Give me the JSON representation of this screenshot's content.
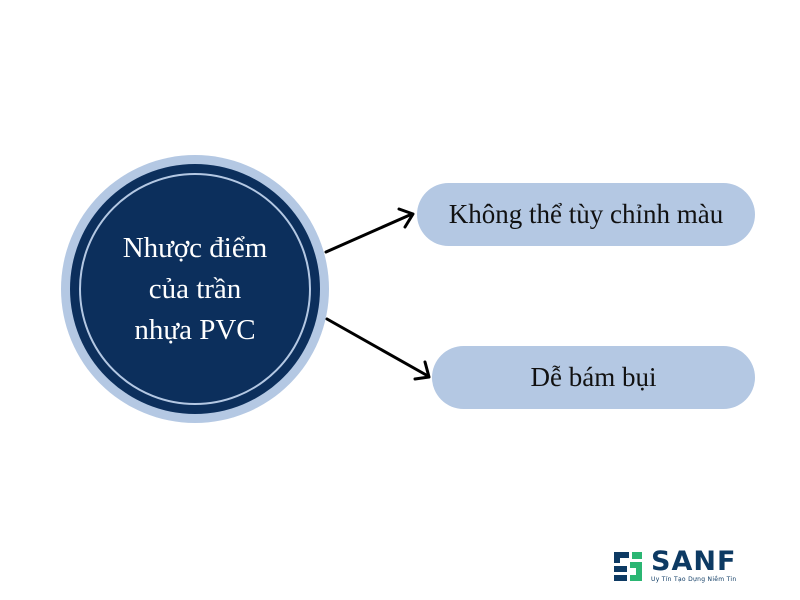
{
  "central_node": {
    "lines": [
      "Nhược điểm",
      "của trần",
      "nhựa PVC"
    ]
  },
  "branches": [
    {
      "label": "Không thể tùy chỉnh màu"
    },
    {
      "label": "Dễ bám bụi"
    }
  ],
  "logo": {
    "wordmark": "SANF",
    "tagline": "Uy Tín Tạo Dựng Niềm Tin"
  },
  "colors": {
    "circle_fill": "#0c2f5c",
    "circle_outer": "#b4c8e3",
    "pill_fill": "#b4c8e3",
    "arrow": "#000000",
    "logo_navy": "#0d3a63",
    "logo_green": "#2bb673"
  }
}
